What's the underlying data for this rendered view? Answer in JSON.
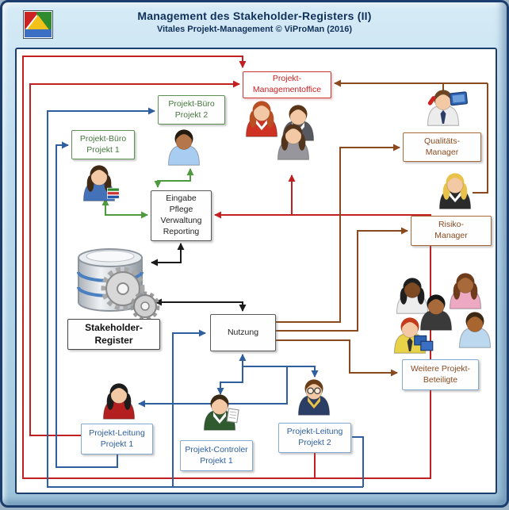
{
  "window": {
    "title": "Management des Stakeholder-Registers (II)",
    "subtitle": "Vitales Projekt-Management © ViProMan  (2016)"
  },
  "boxes": {
    "pmo": "Projekt-\nManagementoffice",
    "projekt_buero_2": "Projekt-Büro\nProjekt 2",
    "projekt_buero_1": "Projekt-Büro\nProjekt 1",
    "eingabe": "Eingabe\nPflege\nVerwaltung\nReporting",
    "stakeholder_register": "Stakeholder-\nRegister",
    "nutzung": "Nutzung",
    "qualitaets_manager": "Qualitäts-\nManager",
    "risiko_manager": "Risiko-\nManager",
    "weitere_beteiligte": "Weitere Projekt-\nBeteiligte",
    "projekt_leitung_1": "Projekt-Leitung\nProjekt 1",
    "projekt_controller_1": "Projekt-Controler\nProjekt 1",
    "projekt_leitung_2": "Projekt-Leitung\nProjekt 2"
  },
  "icons": {
    "logo": "viproman-logo",
    "database": "stakeholder-register-database-icon",
    "gears": "gears-icon",
    "people": [
      "librarian-woman-icon",
      "office-man-icon",
      "redhead-woman-icon",
      "gray-suit-man-icon",
      "gray-woman-icon",
      "phone-man-icon",
      "blonde-woman-icon",
      "white-top-woman-icon",
      "pink-top-woman-icon",
      "black-shirt-man-icon",
      "yellow-shirt-man-icon",
      "blue-shirt-man-icon",
      "red-jacket-woman-icon",
      "controller-man-icon",
      "glasses-man-icon"
    ]
  },
  "colors": {
    "red_flow": "#c22020",
    "blue_flow": "#2f5f9e",
    "green_flow": "#4f9a3f",
    "brown_flow": "#8a4a1f",
    "black_flow": "#1a1a1a",
    "frame": "#1c3e6e",
    "header_text": "#10305a",
    "canvas_bg": "#ffffff"
  }
}
